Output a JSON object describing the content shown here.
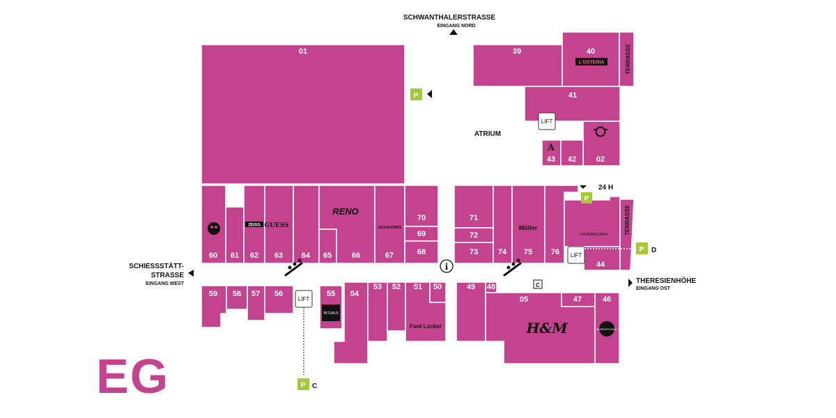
{
  "floor_label": "EG",
  "colors": {
    "shop": "#c4438e",
    "parking": "#a5c93a",
    "text": "#111111"
  },
  "entrances": {
    "north": {
      "street": "SCHWANTHALERSTRASSE",
      "sub": "EINGANG NORD"
    },
    "west": {
      "street_line1": "SCHIESSSTÄTT-",
      "street_line2": "STRASSE",
      "sub": "EINGANG WEST"
    },
    "east": {
      "street": "THERESIENHÖHE",
      "sub": "EINGANG OST"
    }
  },
  "areas": {
    "atrium": "ATRIUM",
    "terrace": "TERRASSE"
  },
  "lift_label": "LIFT",
  "parking": {
    "symbol": "P",
    "c": "C",
    "d": "D",
    "hours": "24 H"
  },
  "info_symbol": "i",
  "coat_symbol": "C",
  "shops": {
    "s01": "01",
    "s02": "02",
    "s05": "05",
    "s39": "39",
    "s40": "40",
    "s41": "41",
    "s42": "42",
    "s43": "43",
    "s44": "44",
    "s46": "46",
    "s47": "47",
    "s48": "48",
    "s49": "49",
    "s50": "50",
    "s51": "51",
    "s52": "52",
    "s53": "53",
    "s54": "54",
    "s55": "55",
    "s56": "56",
    "s57": "57",
    "s58": "58",
    "s59": "59",
    "s60": "60",
    "s61": "61",
    "s62": "62",
    "s63": "63",
    "s64": "64",
    "s65": "65",
    "s66": "66",
    "s67": "67",
    "s68": "68",
    "s69": "69",
    "s70": "70",
    "s71": "71",
    "s72": "72",
    "s73": "73",
    "s74": "74",
    "s75": "75",
    "s76": "76"
  },
  "logos": {
    "losteria": "L'OSTERIA",
    "guess": "GUESS",
    "zeiss": "ZEISS",
    "reno": "RENO",
    "jackjones": "JACK&JONES",
    "mueller": "Müller",
    "hm": "H&M",
    "footlocker": "Foot Locker",
    "burgerking": "BURGER KING",
    "rituals": "RITUALS",
    "churrascaria": "CHURRASCARIA"
  }
}
